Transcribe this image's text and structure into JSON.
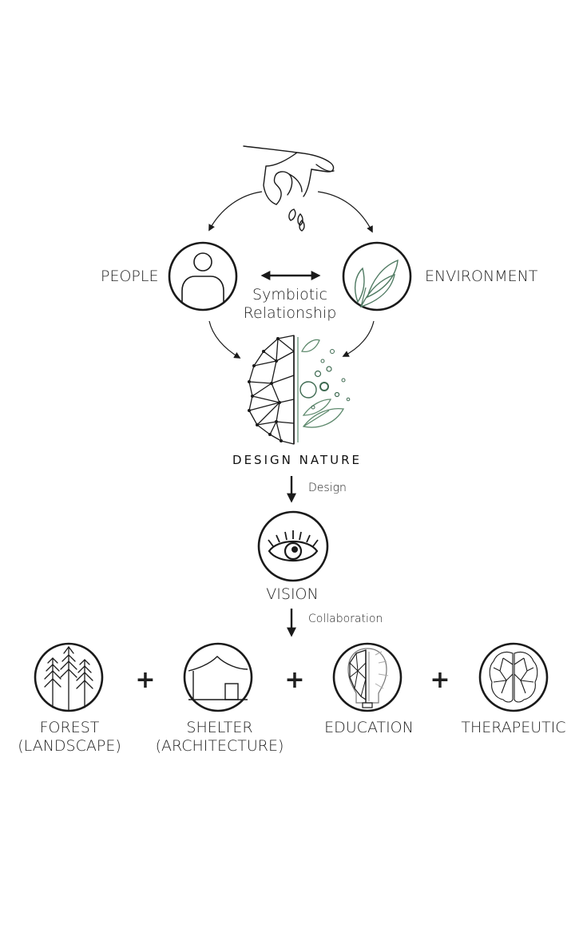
{
  "top": {
    "people_label": "PEOPLE",
    "environment_label": "ENVIRONMENT",
    "relationship_line1": "Symbiotic",
    "relationship_line2": "Relationship"
  },
  "core": {
    "title": "DESIGN NATURE",
    "design_step_label": "Design"
  },
  "vision": {
    "label": "VISION",
    "collaboration_step_label": "Collaboration"
  },
  "outcomes": [
    {
      "line1": "FOREST",
      "line2": "(LANDSCAPE)"
    },
    {
      "line1": "SHELTER",
      "line2": "(ARCHITECTURE)"
    },
    {
      "line1": "EDUCATION",
      "line2": ""
    },
    {
      "line1": "THERAPEUTIC",
      "line2": ""
    }
  ],
  "operators": [
    "+",
    "+",
    "+"
  ],
  "colors": {
    "line": "#1a1a1a",
    "leaf_green": "#5f8a6e",
    "bubble_green": "#3f6b52"
  },
  "icons": [
    "hand-icon",
    "person-icon",
    "leaves-icon",
    "brain-nature-icon",
    "eye-icon",
    "forest-icon",
    "shelter-icon",
    "lightbulb-brain-icon",
    "brain-icon"
  ]
}
